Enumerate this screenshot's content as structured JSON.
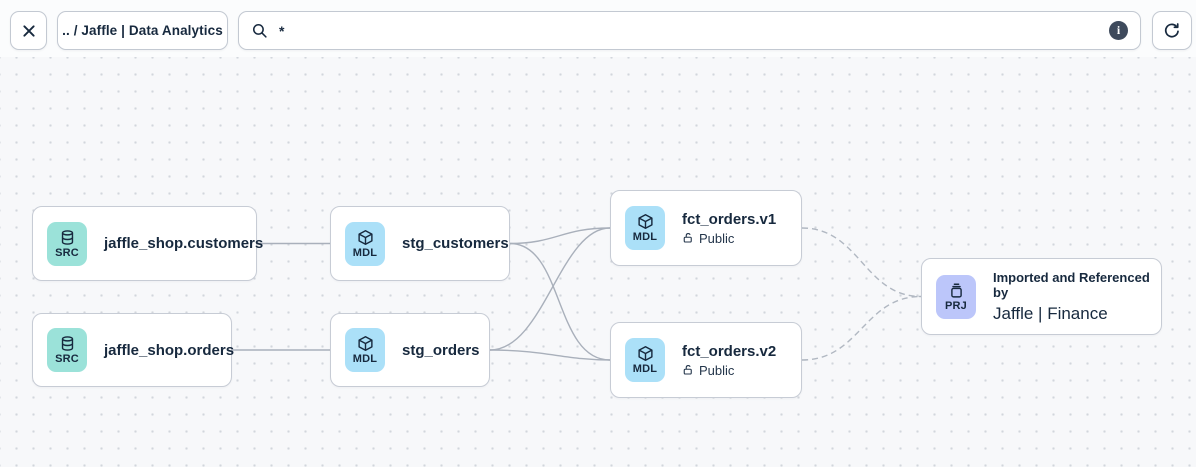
{
  "toolbar": {
    "breadcrumb": ".. / Jaffle | Data Analytics",
    "search_value": "*"
  },
  "nodes": {
    "src_customers": {
      "badge": "SRC",
      "title": "jaffle_shop.customers"
    },
    "src_orders": {
      "badge": "SRC",
      "title": "jaffle_shop.orders"
    },
    "stg_customers": {
      "badge": "MDL",
      "title": "stg_customers"
    },
    "stg_orders": {
      "badge": "MDL",
      "title": "stg_orders"
    },
    "fct_orders_v1": {
      "badge": "MDL",
      "title": "fct_orders.v1",
      "visibility": "Public"
    },
    "fct_orders_v2": {
      "badge": "MDL",
      "title": "fct_orders.v2",
      "visibility": "Public"
    },
    "prj_finance": {
      "badge": "PRJ",
      "caption": "Imported and Referenced by",
      "title": "Jaffle | Finance"
    }
  },
  "edges": [
    {
      "from": "jaffle_shop.customers",
      "to": "stg_customers",
      "style": "solid"
    },
    {
      "from": "jaffle_shop.orders",
      "to": "stg_orders",
      "style": "solid"
    },
    {
      "from": "stg_customers",
      "to": "fct_orders.v1",
      "style": "solid"
    },
    {
      "from": "stg_customers",
      "to": "fct_orders.v2",
      "style": "solid"
    },
    {
      "from": "stg_orders",
      "to": "fct_orders.v1",
      "style": "solid"
    },
    {
      "from": "stg_orders",
      "to": "fct_orders.v2",
      "style": "solid"
    },
    {
      "from": "fct_orders.v1",
      "to": "Jaffle | Finance",
      "style": "dashed"
    },
    {
      "from": "fct_orders.v2",
      "to": "Jaffle | Finance",
      "style": "dashed"
    }
  ],
  "colors": {
    "src_badge": "#9be2d9",
    "mdl_badge": "#abe0f8",
    "prj_badge": "#bcc6fa",
    "edge": "#a9b0bb",
    "node_border": "#c7ccd5",
    "text": "#17293e",
    "canvas_bg": "#f7f8fa"
  }
}
